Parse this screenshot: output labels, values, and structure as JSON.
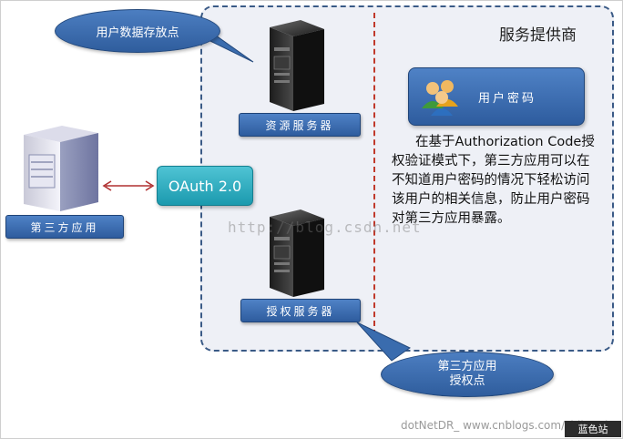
{
  "provider": {
    "title": "服务提供商"
  },
  "callouts": {
    "user_data": "用户数据存放点",
    "third_party_auth": [
      "第三方应用",
      "授权点"
    ]
  },
  "labels": {
    "resource_server": "资源服务器",
    "auth_server": "授权服务器",
    "third_party_app": "第三方应用",
    "oauth": "OAuth 2.0",
    "user_password": "用户密码"
  },
  "description": "在基于Authorization Code授权验证模式下，第三方应用可以在不知道用户密码的情况下轻松访问该用户的相关信息，防止用户密码对第三方应用暴露。",
  "watermark": "http://blog.csdn.net",
  "footer": {
    "credit": "dotNetDR_ www.cnblogs.com/zhihead",
    "badge": "蓝色站"
  }
}
